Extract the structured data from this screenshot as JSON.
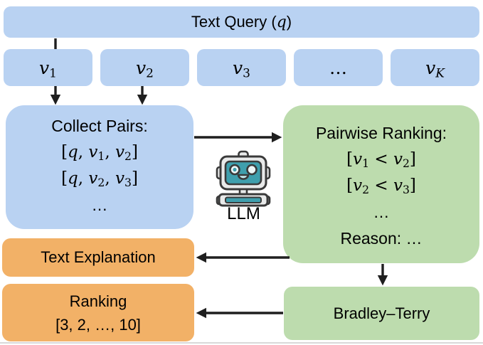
{
  "palette": {
    "box_blue": "#b9d2f2",
    "box_green": "#bddcae",
    "box_orange": "#f2b167",
    "arrow": "#1f1f1f",
    "text": "#000000",
    "robot_teal": "#3f9fad",
    "robot_frame": "#e9eaea",
    "robot_outline": "#3a3a3a",
    "robot_eye": "#eef7f8",
    "robot_mouth": "#c5ebf0",
    "border_gray": "#d9d9d9"
  },
  "query": {
    "label": "Text Query (*q*)"
  },
  "videos": [
    "*v*_{1}",
    "*v*_{2}",
    "*v*_{3}",
    "…",
    "*v*_{*K*}"
  ],
  "collect_pairs": {
    "title": "Collect Pairs:",
    "lines": [
      "[*q*, *v*_{1}, *v*_{2}]",
      "[*q*, *v*_{2}, *v*_{3}]"
    ],
    "ellipsis": "…"
  },
  "llm": {
    "label": "LLM",
    "icon": "robot-icon"
  },
  "pairwise_ranking": {
    "title": "Pairwise Ranking:",
    "lines": [
      "[*v*_{1} < *v*_{2}]",
      "[*v*_{2} < *v*_{3}]"
    ],
    "ellipsis": "…",
    "reason": "Reason: …"
  },
  "text_explanation": {
    "label": "Text Explanation"
  },
  "ranking": {
    "title": "Ranking",
    "value": "[3, 2, …, 10]"
  },
  "bradley_terry": {
    "label": "Bradley–Terry"
  }
}
